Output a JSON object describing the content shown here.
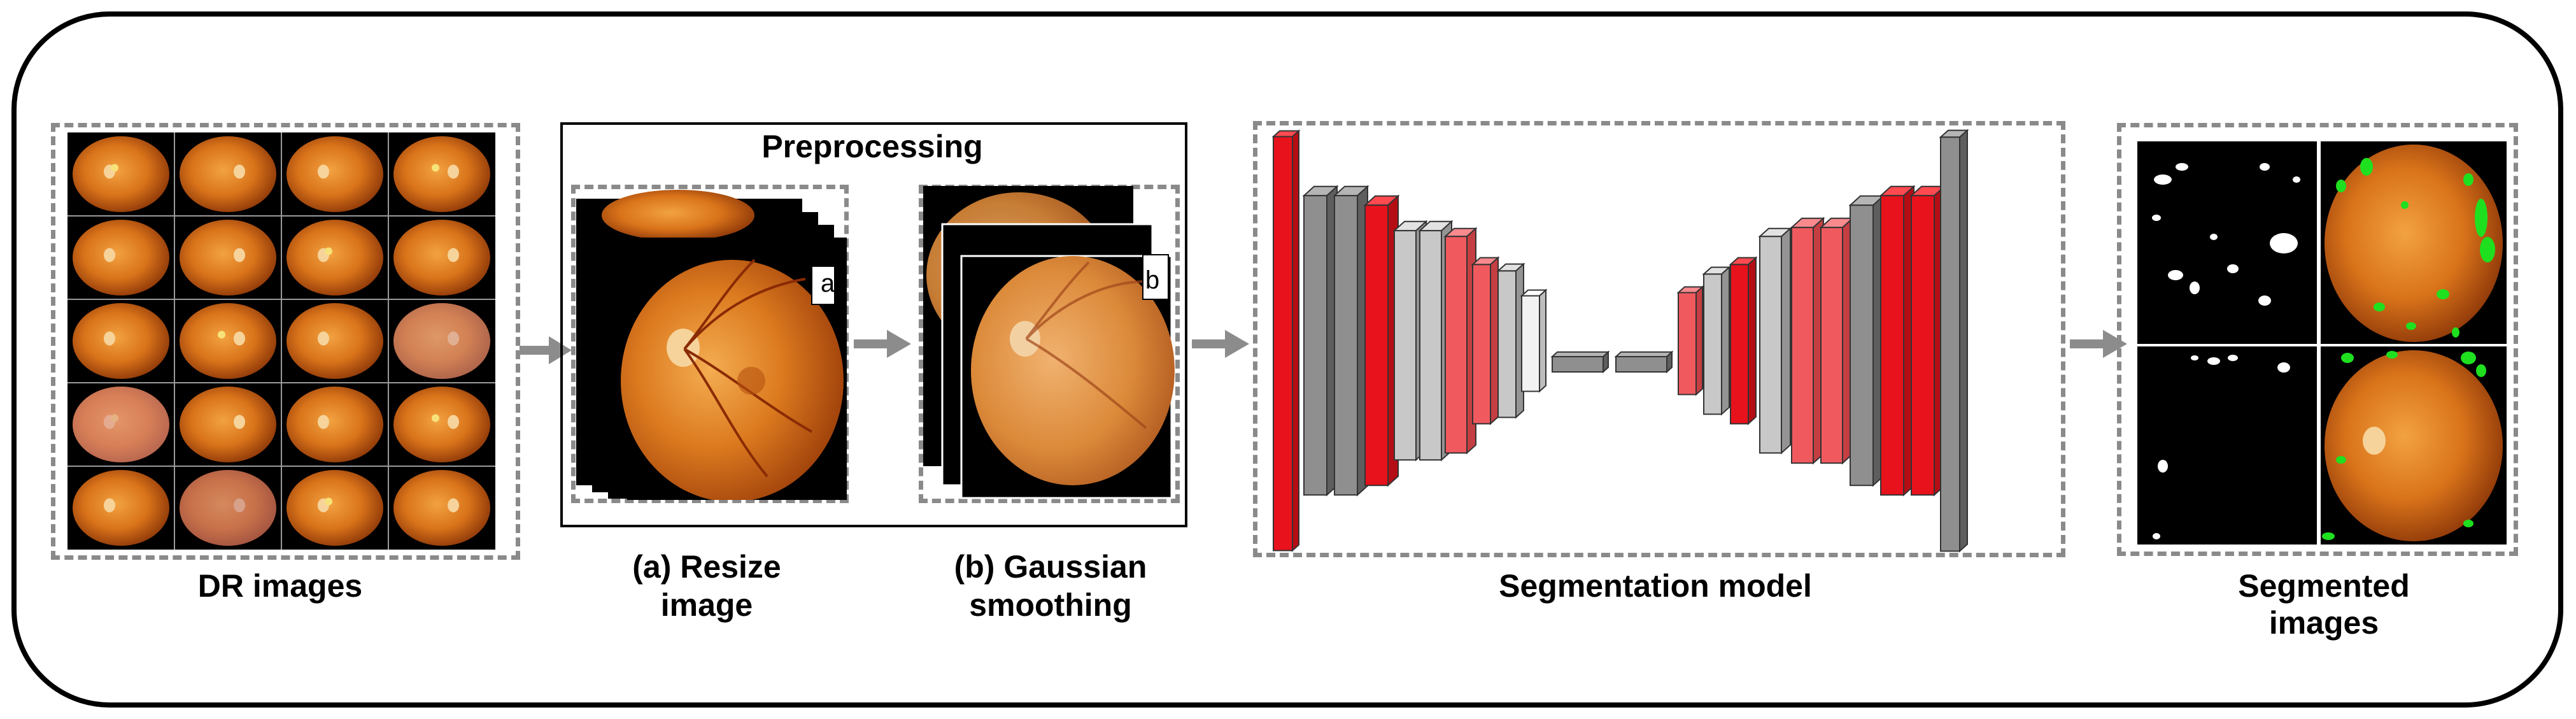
{
  "stages": {
    "dr_images": {
      "label": "DR images"
    },
    "preprocessing": {
      "title": "Preprocessing",
      "resize": {
        "tag": "a",
        "label_line1": "(a) Resize",
        "label_line2": "image"
      },
      "gaussian": {
        "tag": "b",
        "label_line1": "(b) Gaussian",
        "label_line2": "smoothing"
      }
    },
    "segmentation": {
      "label": "Segmentation model"
    },
    "segmented": {
      "label_line1": "Segmented",
      "label_line2": "images"
    }
  },
  "colors": {
    "fundus_orange": "#d9731a",
    "fundus_dark": "#7a2d05",
    "layer_red": "#e8121c",
    "layer_light_red": "#f05a5f",
    "layer_gray": "#8f8f8f",
    "layer_light_gray": "#c8c8c8",
    "lesion_green": "#1fe01f",
    "arrow_gray": "#8c8c8c"
  },
  "encoder_layer_colors": [
    "red",
    "gray",
    "gray",
    "red",
    "lightgray",
    "lightgray",
    "lightred",
    "lightred",
    "lightgray",
    "white"
  ],
  "decoder_layer_colors": [
    "lightred",
    "lightgray",
    "red",
    "lightgray",
    "lightred",
    "lightred",
    "gray",
    "red",
    "red",
    "gray"
  ]
}
